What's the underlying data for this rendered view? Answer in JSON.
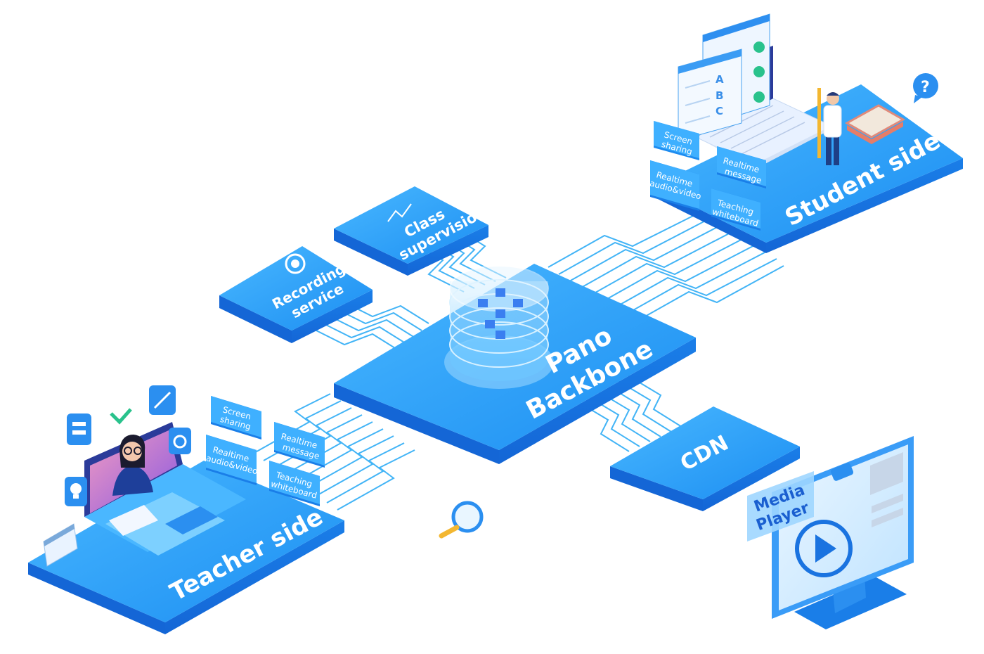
{
  "diagram": {
    "center": {
      "line1": "Pano",
      "line2": "Backbone"
    },
    "services": {
      "class_supervision": {
        "line1": "Class",
        "line2": "supervision"
      },
      "recording": {
        "line1": "Recording",
        "line2": "service"
      },
      "cdn": "CDN"
    },
    "teacher": {
      "title": "Teacher side",
      "tags": {
        "screen": [
          "Screen",
          "sharing"
        ],
        "av": [
          "Realtime",
          "audio&video"
        ],
        "msg": [
          "Realtime",
          "message"
        ],
        "wb": [
          "Teaching",
          "whiteboard"
        ]
      }
    },
    "student": {
      "title": "Student side",
      "quiz_letters": [
        "A",
        "B",
        "C"
      ],
      "tags": {
        "screen": [
          "Screen",
          "sharing"
        ],
        "av": [
          "Realtime",
          "audio&video"
        ],
        "msg": [
          "Realtime",
          "message"
        ],
        "wb": [
          "Teaching",
          "whiteboard"
        ]
      }
    },
    "media_player": {
      "line1": "Media",
      "line2": "Player"
    },
    "help_badge": "?"
  },
  "colors": {
    "primary": "#1a8cf0",
    "primary_light": "#3fb0ff",
    "primary_dark": "#1466d6",
    "line": "#22a7f5",
    "accent_green": "#29c28c"
  }
}
